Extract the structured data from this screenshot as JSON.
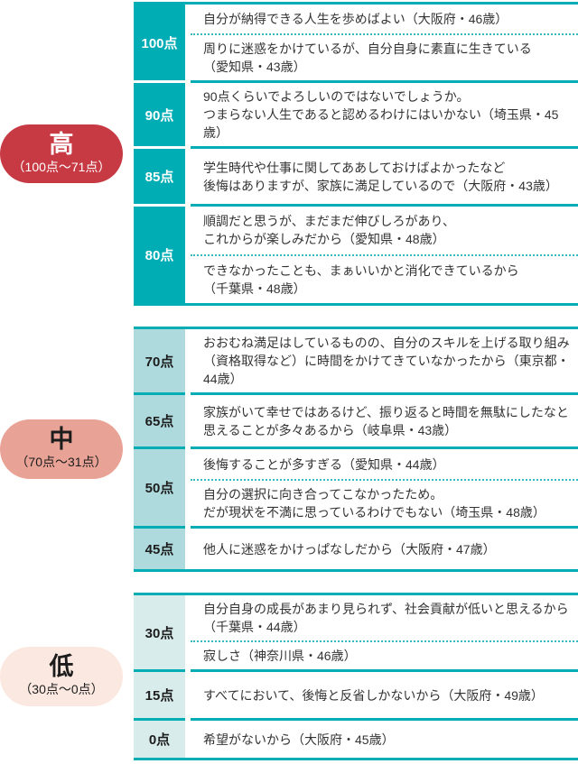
{
  "colors": {
    "teal_border": "#00adb5",
    "score_cell_high": "#00adb5",
    "score_cell_mid": "#aedadd",
    "score_cell_low": "#d9ecec",
    "badge_high": "#c73a44",
    "badge_mid": "#e9a396",
    "badge_low": "#fbe9e1",
    "dotted_separator": "#35b9c1",
    "text": "#333333"
  },
  "sections": [
    {
      "id": "high",
      "badge": {
        "label": "高",
        "range": "（100点～71点）"
      },
      "rows": [
        {
          "score": "100点",
          "comments": [
            "自分が納得できる人生を歩めばよい（大阪府・46歳）",
            "周りに迷惑をかけているが、自分自身に素直に生きている\n（愛知県・43歳）"
          ]
        },
        {
          "score": "90点",
          "comments": [
            "90点くらいでよろしいのではないでしょうか。\nつまらない人生であると認めるわけにはいかない（埼玉県・45歳）"
          ]
        },
        {
          "score": "85点",
          "comments": [
            "学生時代や仕事に関してああしておけばよかったなど\n後悔はありますが、家族に満足しているので（大阪府・43歳）"
          ]
        },
        {
          "score": "80点",
          "comments": [
            "順調だと思うが、まだまだ伸びしろがあり、\nこれからが楽しみだから（愛知県・48歳）",
            "できなかったことも、まぁいいかと消化できているから\n（千葉県・48歳）"
          ]
        }
      ]
    },
    {
      "id": "mid",
      "badge": {
        "label": "中",
        "range": "（70点～31点）"
      },
      "rows": [
        {
          "score": "70点",
          "comments": [
            "おおむね満足はしているものの、自分のスキルを上げる取り組み\n（資格取得など）に時間をかけてきていなかったから（東京都・44歳）"
          ]
        },
        {
          "score": "65点",
          "comments": [
            "家族がいて幸せではあるけど、振り返ると時間を無駄にしたなと\n思えることが多々あるから（岐阜県・43歳）"
          ]
        },
        {
          "score": "50点",
          "comments": [
            "後悔することが多すぎる（愛知県・44歳）",
            "自分の選択に向き合ってこなかったため。\nだが現状を不満に思っているわけでもない（埼玉県・48歳）"
          ]
        },
        {
          "score": "45点",
          "comments": [
            "他人に迷惑をかけっぱなしだから（大阪府・47歳）"
          ]
        }
      ]
    },
    {
      "id": "low",
      "badge": {
        "label": "低",
        "range": "（30点～0点）"
      },
      "rows": [
        {
          "score": "30点",
          "comments": [
            "自分自身の成長があまり見られず、社会貢献が低いと思えるから\n（千葉県・44歳）",
            "寂しさ（神奈川県・46歳）"
          ]
        },
        {
          "score": "15点",
          "comments": [
            "すべてにおいて、後悔と反省しかないから（大阪府・49歳）"
          ]
        },
        {
          "score": "0点",
          "comments": [
            "希望がないから（大阪府・45歳）"
          ]
        }
      ]
    }
  ]
}
